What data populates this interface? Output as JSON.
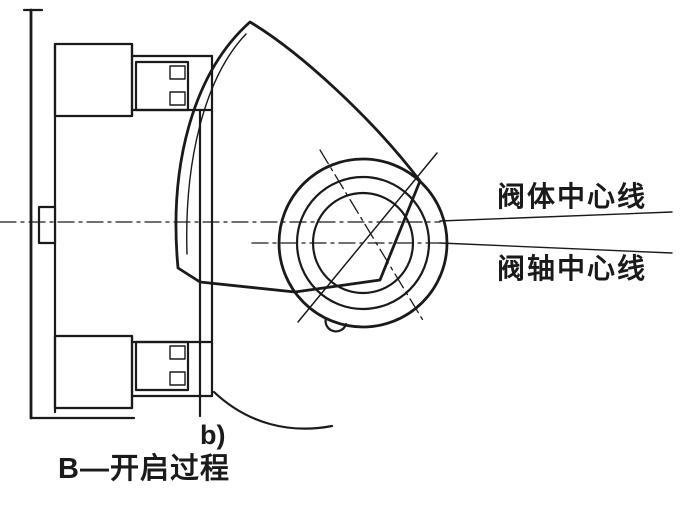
{
  "figure": {
    "labels": {
      "body_centerline": "阀体中心线",
      "shaft_centerline": "阀轴中心线",
      "sub_caption": "b)",
      "caption": "B—开启过程"
    },
    "colors": {
      "ink": "#1a1a1a",
      "background": "#ffffff"
    }
  }
}
